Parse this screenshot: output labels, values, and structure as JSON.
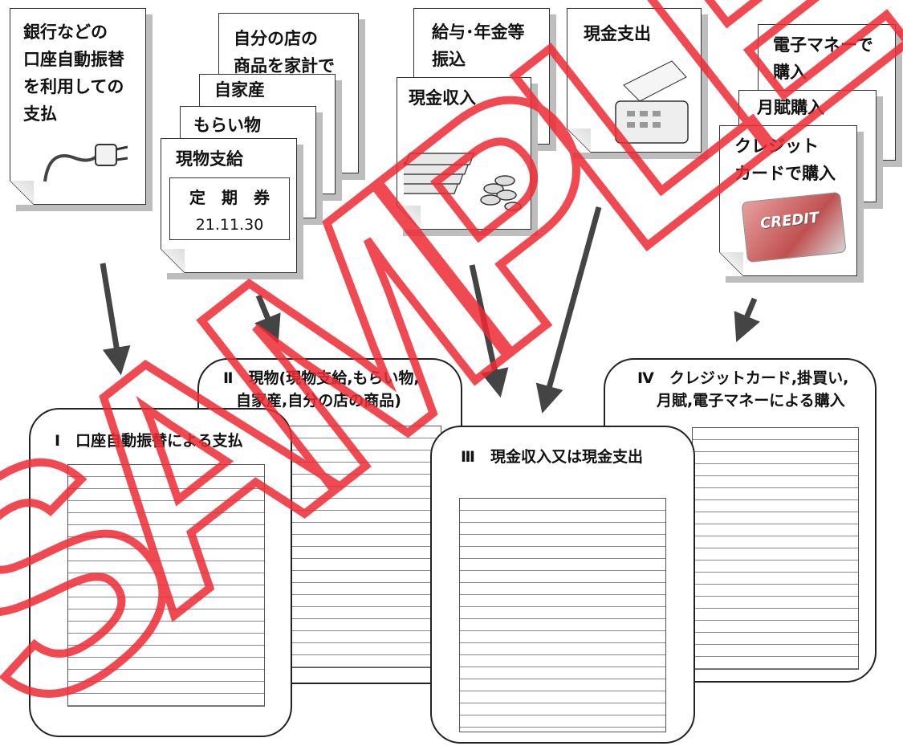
{
  "sources": {
    "bank_transfer": "銀行などの\n口座自動振替\nを利用しての\n支払",
    "own_shop": "自分の店の\n商品を家計で",
    "home_produce": "自家産",
    "gift": "もらい物",
    "in_kind": "現物支給",
    "pass_label": "定　期　券",
    "pass_date": "21.11.30",
    "salary_deposit": "給与･年金等\n振込",
    "cash_income": "現金収入",
    "cash_expense": "現金支出",
    "e_money": "電子マネーで\n購入",
    "installment": "月賦購入",
    "credit_card": "クレジット\nカードで購入",
    "credit_logo": "CREDIT"
  },
  "panels": {
    "p1": "Ⅰ　口座自動振替による支払",
    "p2_line1": "Ⅱ　現物(現物支給,もらい物,",
    "p2_line2": "自家産,自分の店の商品)",
    "p3": "Ⅲ　現金収入又は現金支出",
    "p4_line1": "Ⅳ　クレジットカード,掛買い,",
    "p4_line2": "月賦,電子マネーによる購入"
  },
  "watermark": "SAMPLE"
}
